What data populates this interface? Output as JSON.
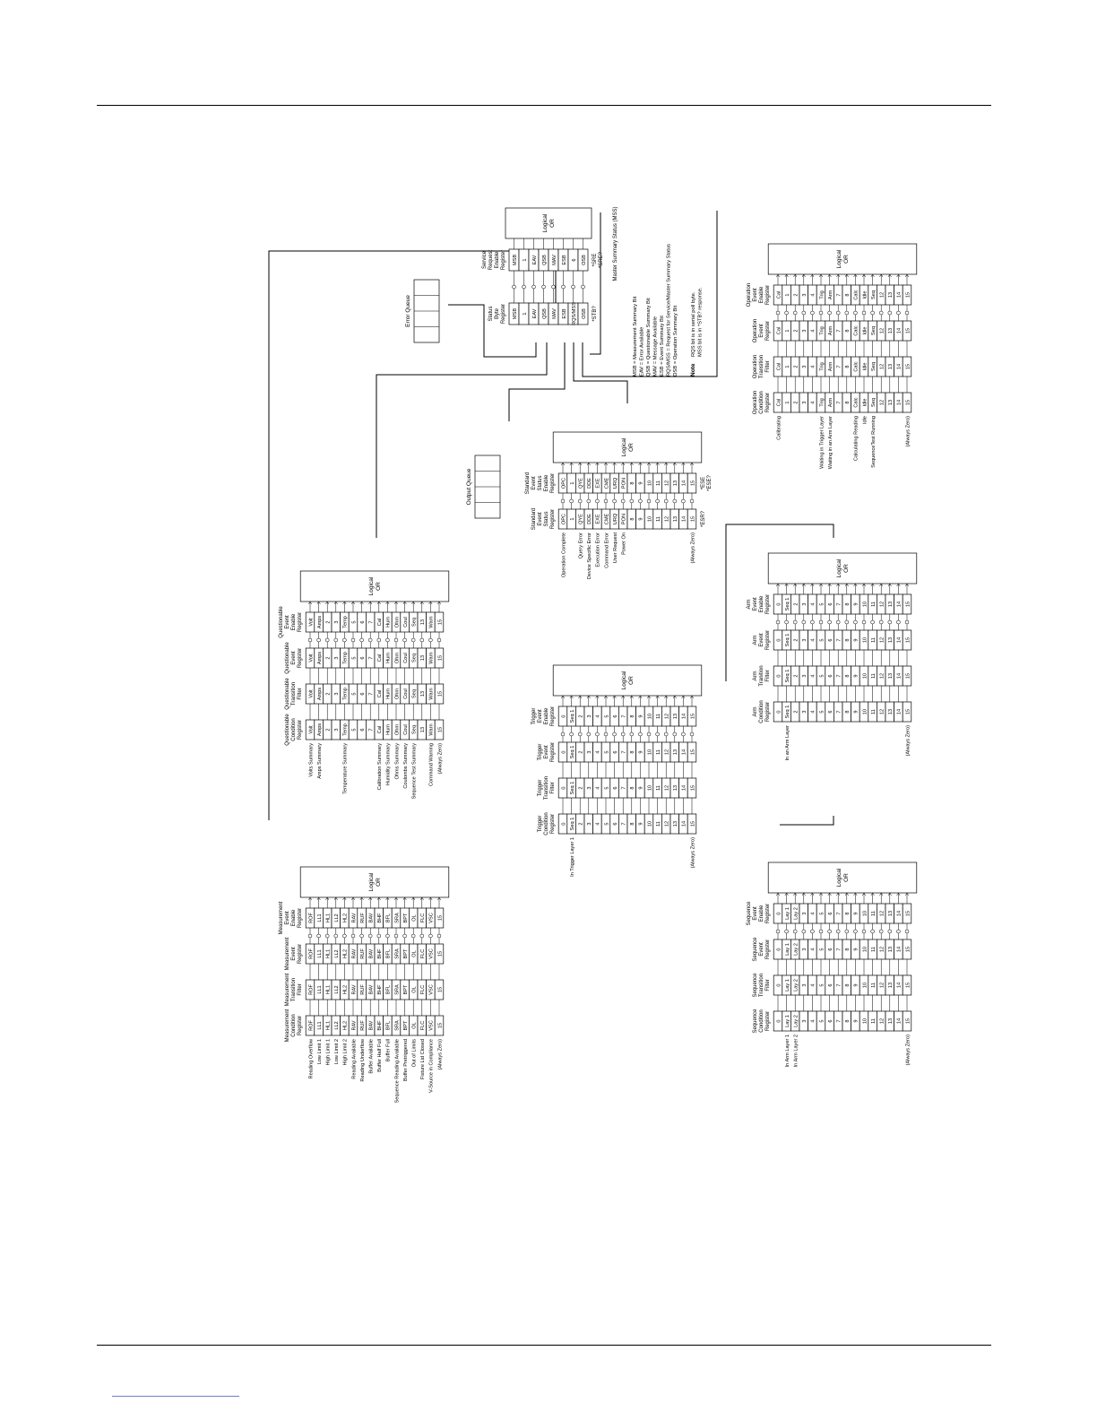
{
  "diagram": {
    "groups": [
      {
        "id": "measurement",
        "register_titles": [
          [
            "Measurement",
            "Condition",
            "Register"
          ],
          [
            "Measurement",
            "Transition",
            "Filter"
          ],
          [
            "Measurement",
            "Event",
            "Register"
          ],
          [
            "Measurement",
            "Event",
            "Enable",
            "Register"
          ]
        ],
        "labels": [
          "Reading Overflow",
          "Low Limit 1",
          "High Limit 1",
          "Low Limit 2",
          "High Limit 2",
          "Reading Available",
          "Reading Underflow",
          "Buffer Available",
          "Buffer Half Full",
          "Buffer Full",
          "Sequence Reading Available",
          "Buffer Pretriggered",
          "Out of Limits",
          "Fixture Lid Closed",
          "V-Source in Compliance",
          "(Always Zero)"
        ],
        "columns": [
          [
            "ROF",
            "LL1",
            "HL1",
            "LL2",
            "HL2",
            "RAV",
            "RUF",
            "BAV",
            "BHF",
            "BFL",
            "SRA",
            "BPT",
            "OL",
            "FLC",
            "VSC",
            "15"
          ],
          [
            "ROF",
            "LL1",
            "HL1",
            "LL2",
            "HL2",
            "RAV",
            "RUF",
            "BAV",
            "BHF",
            "BFL",
            "SRA",
            "BPT",
            "OL",
            "FLC",
            "VSC",
            "15"
          ],
          [
            "ROF",
            "LL1",
            "HL1",
            "LL2",
            "HL2",
            "RAV",
            "RUF",
            "BAV",
            "BHF",
            "BFL",
            "SRA",
            "BPT",
            "OL",
            "FLC",
            "VSC",
            "15"
          ],
          [
            "ROF",
            "LL1",
            "HL1",
            "LL2",
            "HL2",
            "RAV",
            "RUF",
            "BAV",
            "BHF",
            "BFL",
            "SRA",
            "BPT",
            "OL",
            "FLC",
            "VSC",
            "15"
          ]
        ],
        "or_label": "Logical OR"
      },
      {
        "id": "questionable",
        "register_titles": [
          [
            "Questionable",
            "Condition",
            "Register"
          ],
          [
            "Questionable",
            "Transition",
            "Filter"
          ],
          [
            "Questionable",
            "Event",
            "Register"
          ],
          [
            "Questionable",
            "Event",
            "Enable",
            "Register"
          ]
        ],
        "labels": [
          "Volts Summary",
          "Amps Summary",
          "",
          "",
          "Temperature Summary",
          "",
          "",
          "",
          "Calibration Summary",
          "Humidity Summary",
          "Ohms Summary",
          "Coulombs Summary",
          "Sequence Test Summary",
          "",
          "Command Warning",
          "(Always Zero)"
        ],
        "columns": [
          [
            "Volt",
            "Amps",
            "2",
            "3",
            "Temp",
            "5",
            "6",
            "7",
            "Cal",
            "Hum",
            "Ohm",
            "Coul",
            "Seq",
            "13",
            "Warn",
            "15"
          ],
          [
            "Volt",
            "Amps",
            "2",
            "3",
            "Temp",
            "5",
            "6",
            "7",
            "Cal",
            "Hum",
            "Ohm",
            "Coul",
            "Seq",
            "13",
            "Warn",
            "15"
          ],
          [
            "Volt",
            "Amps",
            "2",
            "3",
            "Temp",
            "5",
            "6",
            "7",
            "Cal",
            "Hum",
            "Ohm",
            "Coul",
            "Seq",
            "13",
            "Warn",
            "15"
          ],
          [
            "Volt",
            "Amps",
            "2",
            "3",
            "Temp",
            "5",
            "6",
            "7",
            "Cal",
            "Hum",
            "Ohm",
            "Coul",
            "Seq",
            "13",
            "Warn",
            "15"
          ]
        ],
        "or_label": "Logical OR"
      },
      {
        "id": "standard",
        "register_titles": [
          [
            "Standard",
            "Event",
            "Status",
            "Register"
          ],
          [
            "Standard",
            "Event",
            "Status",
            "Enable",
            "Register"
          ]
        ],
        "labels": [
          "Operation Complete",
          "",
          "Query Error",
          "Device Specific Error",
          "Execution Error",
          "Command Error",
          "User Request",
          "Power On",
          "",
          "",
          "",
          "",
          "",
          "",
          "",
          "(Always Zero)"
        ],
        "columns": [
          [
            "OPC",
            "1",
            "QYE",
            "DDE",
            "EXE",
            "CME",
            "URQ",
            "PON",
            "8",
            "9",
            "10",
            "11",
            "12",
            "13",
            "14",
            "15"
          ],
          [
            "OPC",
            "1",
            "QYE",
            "DDE",
            "EXE",
            "CME",
            "URQ",
            "PON",
            "8",
            "9",
            "10",
            "11",
            "12",
            "13",
            "14",
            "15"
          ]
        ],
        "commands": [
          "*ESR?",
          "*ESE",
          "*ESE?"
        ],
        "or_label": "Logical OR"
      },
      {
        "id": "trigger",
        "register_titles": [
          [
            "Trigger",
            "Condition",
            "Register"
          ],
          [
            "Trigger",
            "Transition",
            "Filter"
          ],
          [
            "Trigger",
            "Event",
            "Register"
          ],
          [
            "Trigger",
            "Event",
            "Enable",
            "Register"
          ]
        ],
        "labels": [
          "",
          "In Trigger Layer 1",
          "",
          "",
          "",
          "",
          "",
          "",
          "",
          "",
          "",
          "",
          "",
          "",
          "",
          "(Always Zero)"
        ],
        "columns": [
          [
            "0",
            "Seq 1",
            "2",
            "3",
            "4",
            "5",
            "6",
            "7",
            "8",
            "9",
            "10",
            "11",
            "12",
            "13",
            "14",
            "15"
          ],
          [
            "0",
            "Seq 1",
            "2",
            "3",
            "4",
            "5",
            "6",
            "7",
            "8",
            "9",
            "10",
            "11",
            "12",
            "13",
            "14",
            "15"
          ],
          [
            "0",
            "Seq 1",
            "2",
            "3",
            "4",
            "5",
            "6",
            "7",
            "8",
            "9",
            "10",
            "11",
            "12",
            "13",
            "14",
            "15"
          ],
          [
            "0",
            "Seq 1",
            "2",
            "3",
            "4",
            "5",
            "6",
            "7",
            "8",
            "9",
            "10",
            "11",
            "12",
            "13",
            "14",
            "15"
          ]
        ],
        "or_label": "Logical OR"
      },
      {
        "id": "arm",
        "register_titles": [
          [
            "Arm",
            "Condition",
            "Register"
          ],
          [
            "Arm",
            "Tranition",
            "Filter"
          ],
          [
            "Arm",
            "Event",
            "Register"
          ],
          [
            "Arm",
            "Event",
            "Enable",
            "Register"
          ]
        ],
        "labels": [
          "",
          "In an Arm Layer",
          "",
          "",
          "",
          "",
          "",
          "",
          "",
          "",
          "",
          "",
          "",
          "",
          "",
          "(Always Zero)"
        ],
        "columns": [
          [
            "0",
            "Seq 1",
            "2",
            "3",
            "4",
            "5",
            "6",
            "7",
            "8",
            "9",
            "10",
            "11",
            "12",
            "13",
            "14",
            "15"
          ],
          [
            "0",
            "Seq 1",
            "2",
            "3",
            "4",
            "5",
            "6",
            "7",
            "8",
            "9",
            "10",
            "11",
            "12",
            "13",
            "14",
            "15"
          ],
          [
            "0",
            "Seq 1",
            "2",
            "3",
            "4",
            "5",
            "6",
            "7",
            "8",
            "9",
            "10",
            "11",
            "12",
            "13",
            "14",
            "15"
          ],
          [
            "0",
            "Seq 1",
            "2",
            "3",
            "4",
            "5",
            "6",
            "7",
            "8",
            "9",
            "10",
            "11",
            "12",
            "13",
            "14",
            "15"
          ]
        ],
        "or_label": "Logical OR"
      },
      {
        "id": "sequence",
        "register_titles": [
          [
            "Sequence",
            "Condition",
            "Register"
          ],
          [
            "Sequence",
            "Transition",
            "Filter"
          ],
          [
            "Sequence",
            "Event",
            "Register"
          ],
          [
            "Sequence",
            "Event",
            "Enable",
            "Register"
          ]
        ],
        "labels": [
          "",
          "In Arm Layer 1",
          "In Arm Layer 2",
          "",
          "",
          "",
          "",
          "",
          "",
          "",
          "",
          "",
          "",
          "",
          "",
          "(Always Zero)"
        ],
        "columns": [
          [
            "0",
            "Lay 1",
            "Lay 2",
            "3",
            "4",
            "5",
            "6",
            "7",
            "8",
            "9",
            "10",
            "11",
            "12",
            "13",
            "14",
            "15"
          ],
          [
            "0",
            "Lay 1",
            "Lay 2",
            "3",
            "4",
            "5",
            "6",
            "7",
            "8",
            "9",
            "10",
            "11",
            "12",
            "13",
            "14",
            "15"
          ],
          [
            "0",
            "Lay 1",
            "Lay 2",
            "3",
            "4",
            "5",
            "6",
            "7",
            "8",
            "9",
            "10",
            "11",
            "12",
            "13",
            "14",
            "15"
          ],
          [
            "0",
            "Lay 1",
            "Lay 2",
            "3",
            "4",
            "5",
            "6",
            "7",
            "8",
            "9",
            "10",
            "11",
            "12",
            "13",
            "14",
            "15"
          ]
        ],
        "or_label": "Logical OR"
      },
      {
        "id": "operation",
        "register_titles": [
          [
            "Operation",
            "Condition",
            "Register"
          ],
          [
            "Operation",
            "Transition",
            "Filter"
          ],
          [
            "Operation",
            "Event",
            "Register"
          ],
          [
            "Operation",
            "Event",
            "Enable",
            "Register"
          ]
        ],
        "labels": [
          "Calibrating",
          "",
          "",
          "",
          "",
          "Waiting in Trigger Layer",
          "Waiting in an Arm Layer",
          "",
          "",
          "Calculating Reading",
          "Idle",
          "SequenceTest Running",
          "",
          "",
          "",
          "(Always Zero)"
        ],
        "columns": [
          [
            "Cal",
            "1",
            "2",
            "3",
            "4",
            "Trig",
            "Arm",
            "7",
            "8",
            "Calc",
            "Idle",
            "Seq",
            "12",
            "13",
            "14",
            "15"
          ],
          [
            "Cal",
            "1",
            "2",
            "3",
            "4",
            "Trig",
            "Arm",
            "7",
            "8",
            "Calc",
            "Idle",
            "Seq",
            "12",
            "13",
            "14",
            "15"
          ],
          [
            "Cal",
            "1",
            "2",
            "3",
            "4",
            "Trig",
            "Arm",
            "7",
            "8",
            "Calc",
            "Idle",
            "Seq",
            "12",
            "13",
            "14",
            "15"
          ],
          [
            "Cal",
            "1",
            "2",
            "3",
            "4",
            "Trig",
            "Arm",
            "7",
            "8",
            "Calc",
            "Idle",
            "Seq",
            "12",
            "13",
            "14",
            "15"
          ]
        ],
        "or_label": "Logical OR"
      }
    ],
    "status_byte": {
      "title": [
        "Status",
        "Byte",
        "Register"
      ],
      "bits": [
        "MSB",
        "1",
        "EAV",
        "QSB",
        "MAV",
        "ESB",
        "RQS/MSS",
        "OSB"
      ],
      "command": "*STB?"
    },
    "service_request": {
      "title": [
        "Service",
        "Request",
        "Enable",
        "Register"
      ],
      "bits": [
        "MSB",
        "1",
        "EAV",
        "QSB",
        "MAV",
        "ESB",
        "6",
        "OSB"
      ],
      "commands": [
        "*SRE",
        "*SRE?"
      ],
      "or_label": "Logical OR",
      "mss_label": "Master Summary Status (MSS)"
    },
    "error_queue_label": "Error Queue",
    "output_queue_label": "Output Queue",
    "legend": [
      "MSB = Measurement Summary Bit",
      "EAV = Error Available",
      "QSB = Questionable Summary Bit",
      "MAV = Message Available",
      "ESB = Event Summary Bit",
      "RQS/MSS = Request for Service/Master Summary Status",
      "OSB = Operation Summary Bit"
    ],
    "note_label": "Note",
    "note_lines": [
      "RQS bit is in serial poll byte.",
      "MSS bit is in *STB? response."
    ]
  }
}
